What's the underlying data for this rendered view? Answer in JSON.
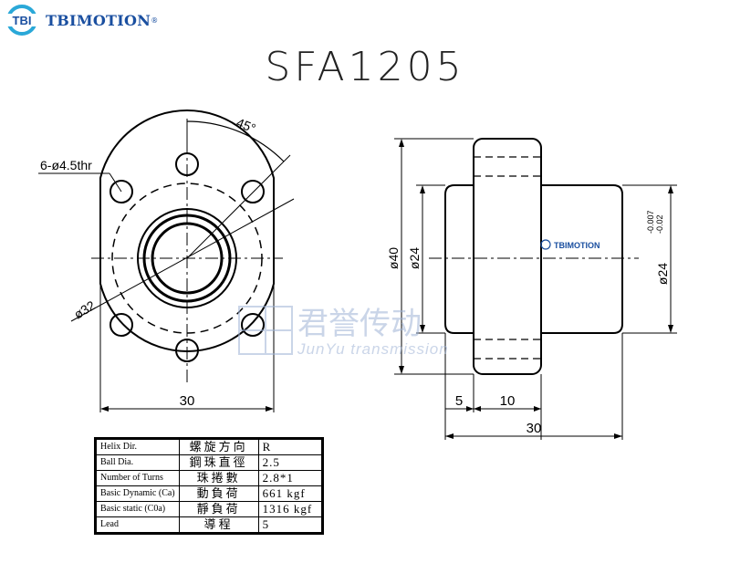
{
  "header": {
    "brand_short": "TBI",
    "brand_name": "TBIMOTION",
    "registered_mark": "®",
    "model": "SFA1205"
  },
  "front_view": {
    "angle_label": "45°",
    "hole_label": "6-ø4.5thr",
    "pcd_label": "ø32",
    "width_label": "30"
  },
  "side_view": {
    "flange_dia_label": "ø40",
    "body_dia_label": "ø24",
    "shaft_tol_label": "ø24",
    "tol_upper": "-0.007",
    "tol_lower": "-0.02",
    "flange_thk_label": "10",
    "step_label": "5",
    "length_label": "30",
    "body_brand": "TBIMOTION"
  },
  "watermark": {
    "cn": "君誉传动",
    "en": "JunYu transmission"
  },
  "spec_table": [
    {
      "en": "Helix Dir.",
      "cn": "螺旋方向",
      "value": "R"
    },
    {
      "en": "Ball Dia.",
      "cn": "鋼珠直徑",
      "value": "2.5"
    },
    {
      "en": "Number of Turns",
      "cn": "珠捲數",
      "value": "2.8*1"
    },
    {
      "en": "Basic Dynamic (Ca)",
      "cn": "動負荷",
      "value": "661 kgf"
    },
    {
      "en": "Basic static (C0a)",
      "cn": "靜負荷",
      "value": "1316 kgf"
    },
    {
      "en": "Lead",
      "cn": "導程",
      "value": "5"
    }
  ],
  "colors": {
    "brand_blue": "#1a4fa0",
    "brand_ring": "#2aa8d8",
    "line": "#000000",
    "watermark": "#9fb3d6"
  },
  "icons": {
    "logo": "tbi-logo-icon",
    "watermark": "junyu-logo-icon"
  }
}
